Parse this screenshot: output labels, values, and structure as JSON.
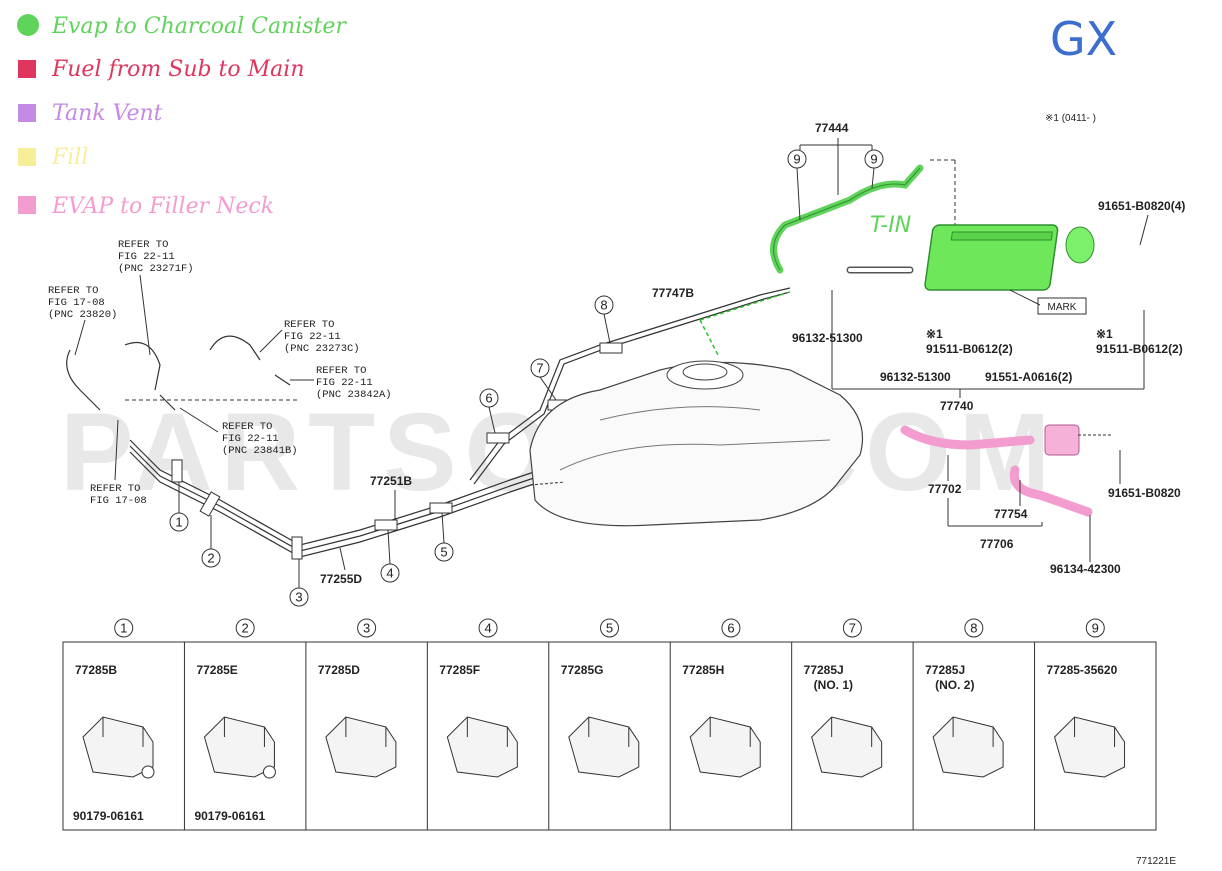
{
  "legend": [
    {
      "label": "Evap to Charcoal Canister",
      "color": "#5fd35a"
    },
    {
      "label": "Fuel from Sub to Main",
      "color": "#e0365e"
    },
    {
      "label": "Tank Vent",
      "color": "#c58ae6"
    },
    {
      "label": "Fill",
      "color": "#f7ee9a"
    },
    {
      "label": "EVAP to Filler Neck",
      "color": "#f39ccf"
    }
  ],
  "handwriting": {
    "model": "GX",
    "tin": "T-IN"
  },
  "note_top_right": "※1 (0411-     )",
  "watermark": "PARTSOUQ.COM",
  "figure_code": "771221E",
  "refs": {
    "r1a": "REFER TO",
    "r1b": "FIG 22-11",
    "r1c": "(PNC 23271F)",
    "r2a": "REFER TO",
    "r2b": "FIG 17-08",
    "r2c": "(PNC 23820)",
    "r3a": "REFER TO",
    "r3b": "FIG 22-11",
    "r3c": "(PNC 23273C)",
    "r4a": "REFER TO",
    "r4b": "FIG 22-11",
    "r4c": "(PNC 23842A)",
    "r5a": "REFER TO",
    "r5b": "FIG 22-11",
    "r5c": "(PNC 23841B)",
    "r6a": "REFER TO",
    "r6b": "FIG 17-08"
  },
  "parts": {
    "p77444": "77444",
    "p77747B": "77747B",
    "p91651_4": "91651-B0820(4)",
    "p96132a": "96132-51300",
    "p96132b": "96132-51300",
    "p91511_mid": "91511-B0612(2)",
    "p91511_right": "91511-B0612(2)",
    "p91551": "91551-A0616(2)",
    "mark": "MARK",
    "star1a": "※1",
    "star1b": "※1",
    "p77740": "77740",
    "p77702": "77702",
    "p77754": "77754",
    "p77706": "77706",
    "p91651": "91651-B0820",
    "p96134": "96134-42300",
    "p77251B": "77251B",
    "p77255D": "77255D"
  },
  "callouts": [
    "1",
    "2",
    "3",
    "4",
    "5",
    "6",
    "7",
    "8",
    "9",
    "9"
  ],
  "clamp_table": [
    {
      "num": "1",
      "part": "77285B",
      "sub": "",
      "extra": "90179-06161"
    },
    {
      "num": "2",
      "part": "77285E",
      "sub": "",
      "extra": "90179-06161"
    },
    {
      "num": "3",
      "part": "77285D",
      "sub": "",
      "extra": ""
    },
    {
      "num": "4",
      "part": "77285F",
      "sub": "",
      "extra": ""
    },
    {
      "num": "5",
      "part": "77285G",
      "sub": "",
      "extra": ""
    },
    {
      "num": "6",
      "part": "77285H",
      "sub": "",
      "extra": ""
    },
    {
      "num": "7",
      "part": "77285J",
      "sub": "(NO. 1)",
      "extra": ""
    },
    {
      "num": "8",
      "part": "77285J",
      "sub": "(NO. 2)",
      "extra": ""
    },
    {
      "num": "9",
      "part": "77285-35620",
      "sub": "",
      "extra": ""
    }
  ]
}
